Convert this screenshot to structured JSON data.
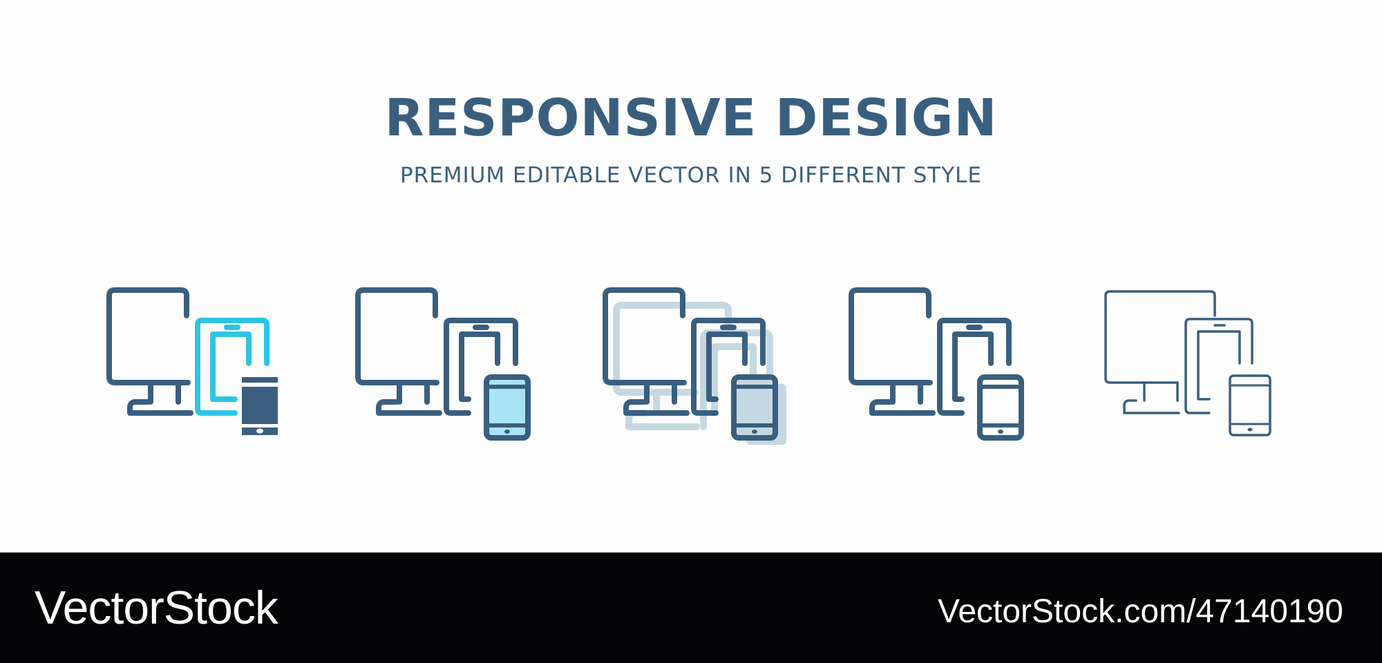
{
  "header": {
    "title": "RESPONSIVE DESIGN",
    "subtitle": "PREMIUM EDITABLE VECTOR IN 5 DIFFERENT STYLE"
  },
  "colors": {
    "primary": "#3a5f7e",
    "accent_cyan": "#2ec4e6",
    "light_fill": "#a9e3f6",
    "pale_shadow": "#c5d8e2",
    "footer_bg": "#050507",
    "footer_text": "#ffffff"
  },
  "icons": [
    {
      "style": "colored-outline"
    },
    {
      "style": "filled-outline"
    },
    {
      "style": "duotone"
    },
    {
      "style": "outline"
    },
    {
      "style": "thin-line"
    }
  ],
  "footer": {
    "brand": "VectorStock",
    "url": "VectorStock.com/47140190"
  }
}
